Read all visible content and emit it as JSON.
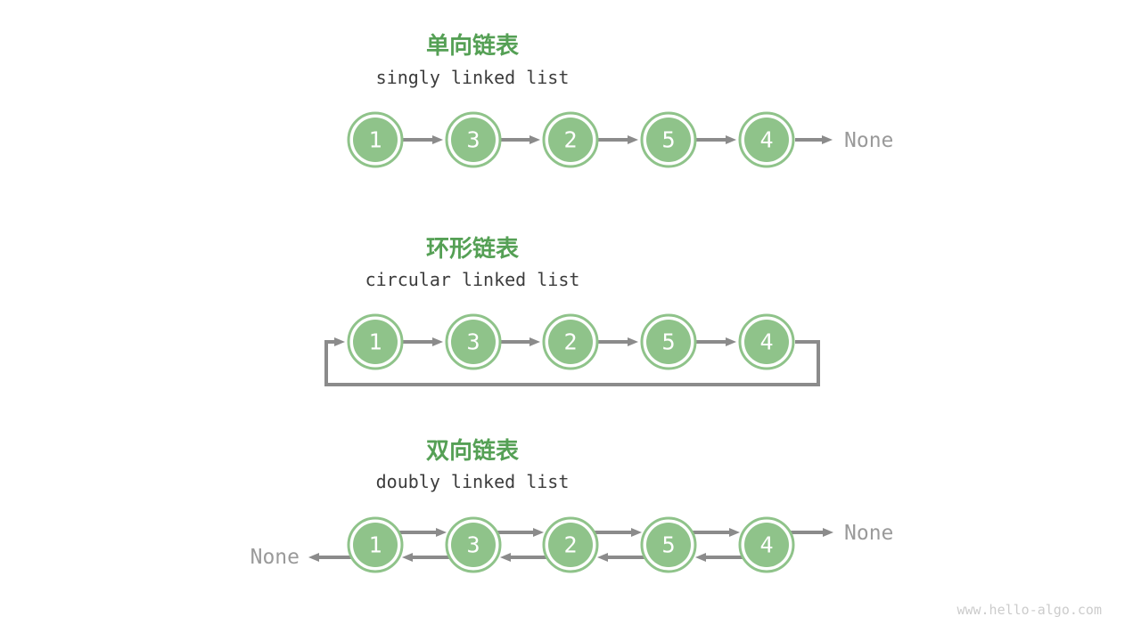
{
  "watermark": "www.hello-algo.com",
  "colors": {
    "title_green": "#55a055",
    "node_fill": "#8fc38a",
    "arrow_gray": "#8b8b8b",
    "subtitle_dark": "#3c3c3c",
    "none_gray": "#9a9a9a",
    "watermark_gray": "#cccccc"
  },
  "sections": [
    {
      "type": "singly",
      "title_zh": "单向链表",
      "title_en": "singly linked list",
      "values": [
        "1",
        "3",
        "2",
        "5",
        "4"
      ],
      "tail_label": "None"
    },
    {
      "type": "circular",
      "title_zh": "环形链表",
      "title_en": "circular linked list",
      "values": [
        "1",
        "3",
        "2",
        "5",
        "4"
      ]
    },
    {
      "type": "doubly",
      "title_zh": "双向链表",
      "title_en": "doubly linked list",
      "values": [
        "1",
        "3",
        "2",
        "5",
        "4"
      ],
      "head_label": "None",
      "tail_label": "None"
    }
  ]
}
